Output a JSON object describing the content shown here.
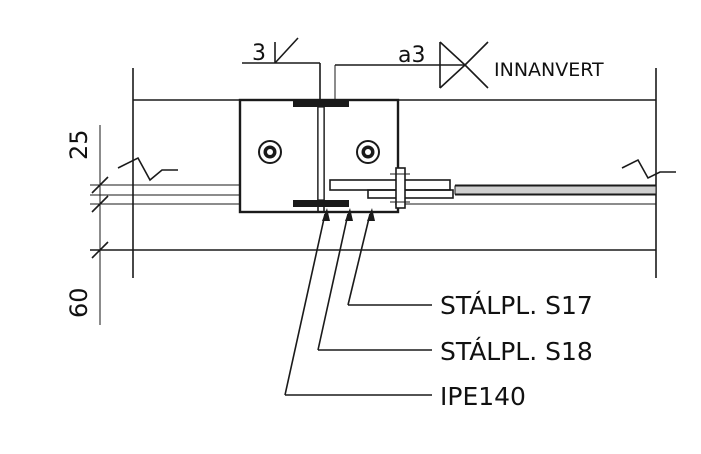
{
  "weld_left": {
    "size": "3"
  },
  "weld_right": {
    "size": "a3",
    "note": "INNANVERT"
  },
  "dimensions": {
    "upper": "25",
    "lower": "60"
  },
  "callouts": [
    {
      "label": "STÁLPL. S17"
    },
    {
      "label": "STÁLPL. S18"
    },
    {
      "label": "IPE140"
    }
  ],
  "colors": {
    "ink": "#1a1a1a",
    "background": "#ffffff"
  }
}
